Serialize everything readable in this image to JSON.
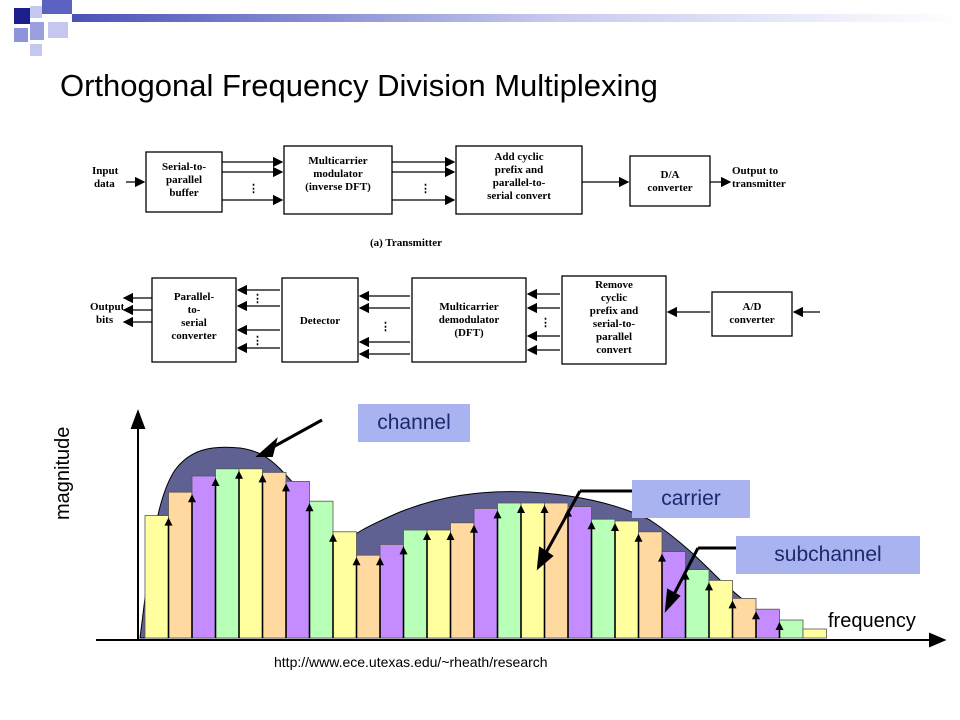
{
  "title": "Orthogonal Frequency Division Multiplexing",
  "transmitter": {
    "input": "Input data",
    "blocks": [
      "Serial-to- parallel buffer",
      "Multicarrier modulator (inverse DFT)",
      "Add cyclic prefix and parallel-to- serial convert",
      "D/A converter"
    ],
    "output": "Output to transmitter",
    "caption": "(a) Transmitter"
  },
  "receiver": {
    "output": "Output bits",
    "blocks": [
      "Parallel- to- serial converter",
      "Detector",
      "Multicarrier demodulator (DFT)",
      "Remove cyclic prefix and serial-to- parallel convert",
      "A/D converter"
    ]
  },
  "spectrum": {
    "xlabel": "frequency",
    "ylabel": "magnitude",
    "callouts": {
      "channel": "channel",
      "carrier": "carrier",
      "subchannel": "subchannel"
    },
    "url": "http://www.ece.utexas.edu/~rheath/research",
    "colors": {
      "channel": "#5e6191",
      "palette": [
        "#ffffa0",
        "#ffd9a0",
        "#c58cff",
        "#b8ffb8"
      ]
    },
    "subcarrier_magnitudes": [
      0.68,
      0.81,
      0.9,
      0.94,
      0.94,
      0.92,
      0.87,
      0.76,
      0.59,
      0.46,
      0.52,
      0.6,
      0.6,
      0.64,
      0.72,
      0.75,
      0.75,
      0.75,
      0.73,
      0.66,
      0.65,
      0.59,
      0.48,
      0.38,
      0.32,
      0.22,
      0.16,
      0.1,
      0.05
    ]
  }
}
